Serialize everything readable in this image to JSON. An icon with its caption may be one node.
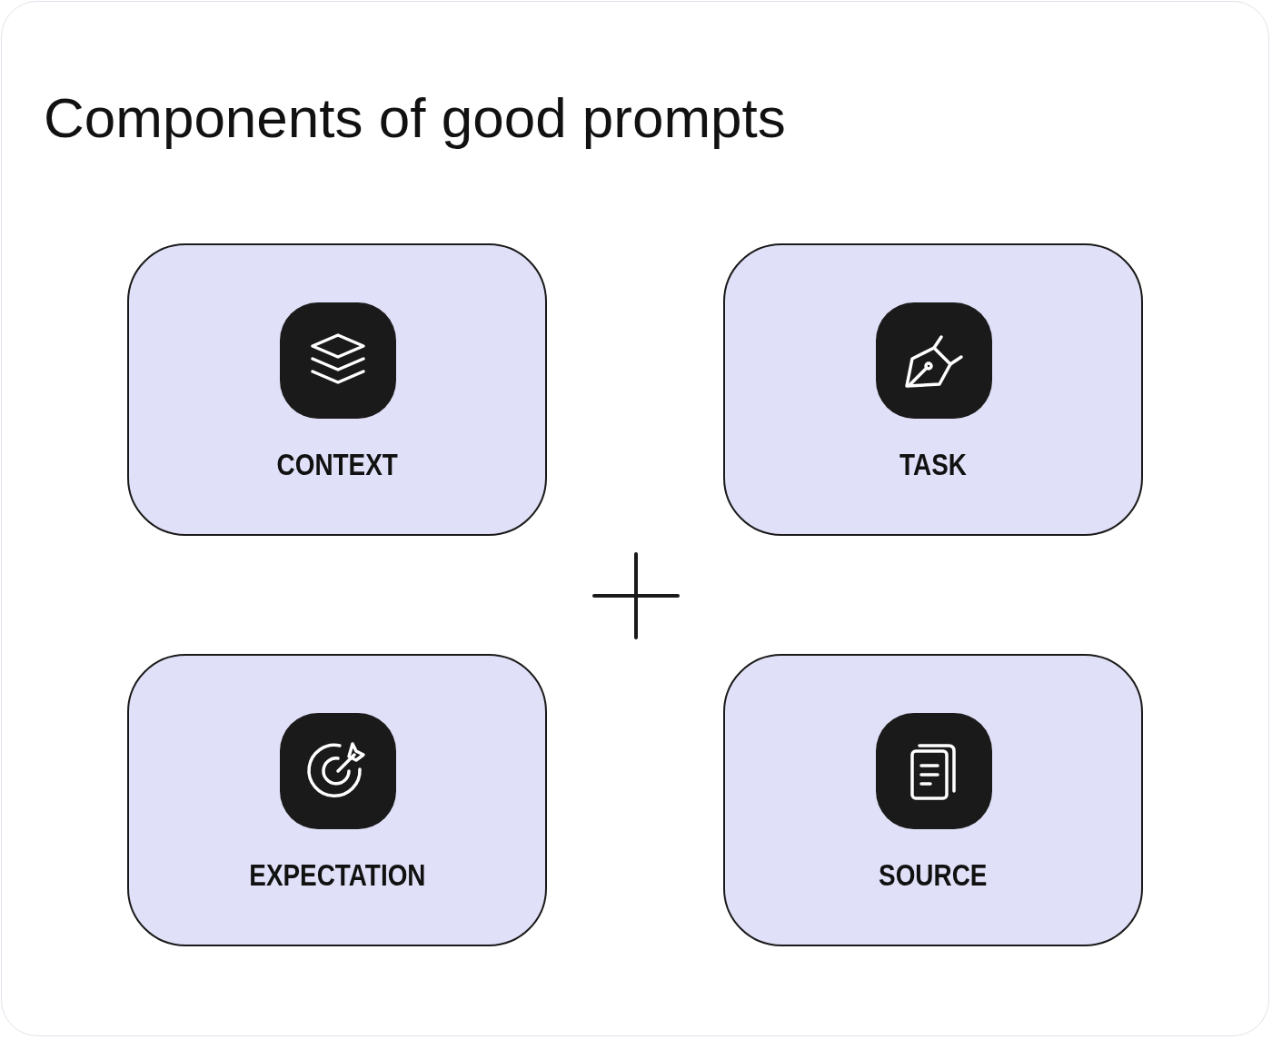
{
  "diagram": {
    "title": "Components of good prompts",
    "nodes": [
      {
        "text": [
          "CONTEXT"
        ]
      },
      {
        "text": [
          "TASK"
        ]
      },
      {
        "text": [
          "EXPECTATION"
        ]
      },
      {
        "text": [
          "SOURCE"
        ]
      }
    ],
    "edges": []
  }
}
